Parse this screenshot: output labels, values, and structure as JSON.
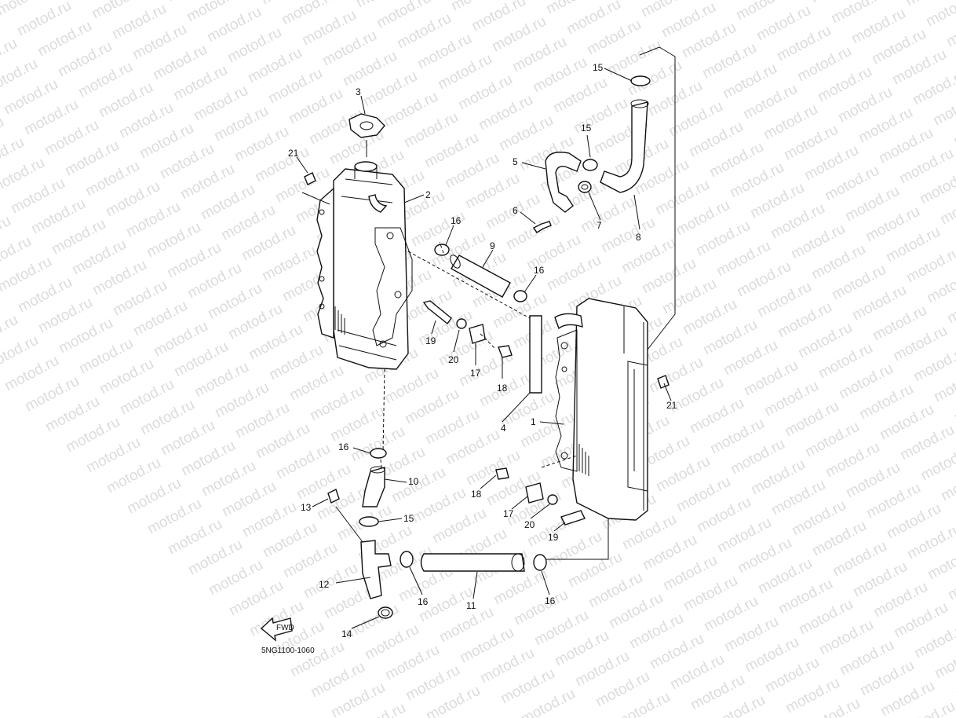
{
  "watermark": {
    "text": "motod.ru"
  },
  "diagram_code": "5NG1100-1060",
  "fwd_label": "FWD",
  "callouts": [
    {
      "id": "c3",
      "text": "3"
    },
    {
      "id": "c21a",
      "text": "21"
    },
    {
      "id": "c2",
      "text": "2"
    },
    {
      "id": "c16a",
      "text": "16"
    },
    {
      "id": "c9",
      "text": "9"
    },
    {
      "id": "c16b",
      "text": "16"
    },
    {
      "id": "c19a",
      "text": "19"
    },
    {
      "id": "c20a",
      "text": "20"
    },
    {
      "id": "c17a",
      "text": "17"
    },
    {
      "id": "c18a",
      "text": "18"
    },
    {
      "id": "c4",
      "text": "4"
    },
    {
      "id": "c15a",
      "text": "15"
    },
    {
      "id": "c15b",
      "text": "15"
    },
    {
      "id": "c5",
      "text": "5"
    },
    {
      "id": "c6",
      "text": "6"
    },
    {
      "id": "c7",
      "text": "7"
    },
    {
      "id": "c8",
      "text": "8"
    },
    {
      "id": "c21b",
      "text": "21"
    },
    {
      "id": "c1",
      "text": "1"
    },
    {
      "id": "c16c",
      "text": "16"
    },
    {
      "id": "c10",
      "text": "10"
    },
    {
      "id": "c13",
      "text": "13"
    },
    {
      "id": "c15c",
      "text": "15"
    },
    {
      "id": "c12",
      "text": "12"
    },
    {
      "id": "c16d",
      "text": "16"
    },
    {
      "id": "c11",
      "text": "11"
    },
    {
      "id": "c16e",
      "text": "16"
    },
    {
      "id": "c14",
      "text": "14"
    },
    {
      "id": "c18b",
      "text": "18"
    },
    {
      "id": "c17b",
      "text": "17"
    },
    {
      "id": "c20b",
      "text": "20"
    },
    {
      "id": "c19b",
      "text": "19"
    }
  ]
}
